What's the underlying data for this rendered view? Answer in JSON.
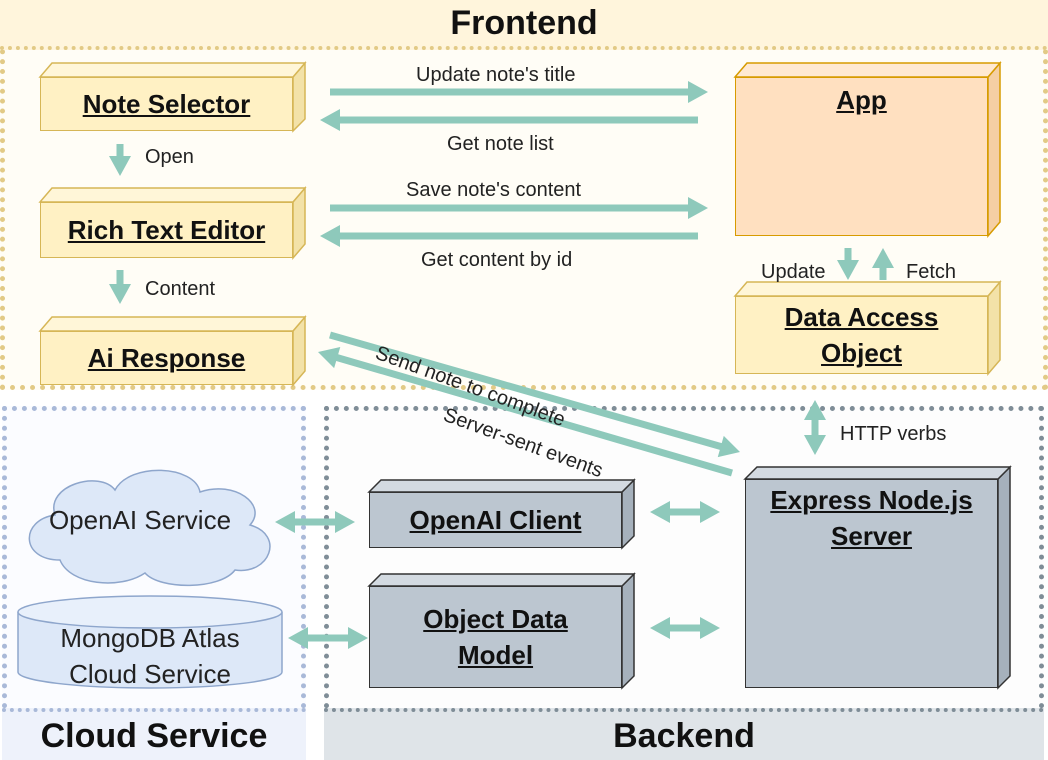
{
  "groups": {
    "frontend": "Frontend",
    "cloud": "Cloud Service",
    "backend": "Backend"
  },
  "nodes": {
    "note_selector": "Note Selector",
    "rich_text_editor": "Rich Text Editor",
    "ai_response": "Ai Response",
    "app": "App",
    "data_access_object": "Data Access Object",
    "openai_client": "OpenAI Client",
    "object_data_model": "Object Data Model",
    "express_server": "Express Node.js Server",
    "openai_service": "OpenAI Service",
    "mongodb": "MongoDB Atlas Cloud Service"
  },
  "edges": {
    "update_title": "Update note's title",
    "get_note_list": "Get note list",
    "open": "Open",
    "save_content": "Save note's content",
    "get_content": "Get content by id",
    "content": "Content",
    "update": "Update",
    "fetch": "Fetch",
    "send_note": "Send note to complete",
    "sse": "Server-sent events",
    "http_verbs": "HTTP verbs"
  },
  "colors": {
    "arrow": "#8ec9bb",
    "yellow_fill": "#fff1c4",
    "orange_fill": "#ffe0c0",
    "gray_fill": "#bcc6d0",
    "cloud_fill": "#dde8f8"
  }
}
